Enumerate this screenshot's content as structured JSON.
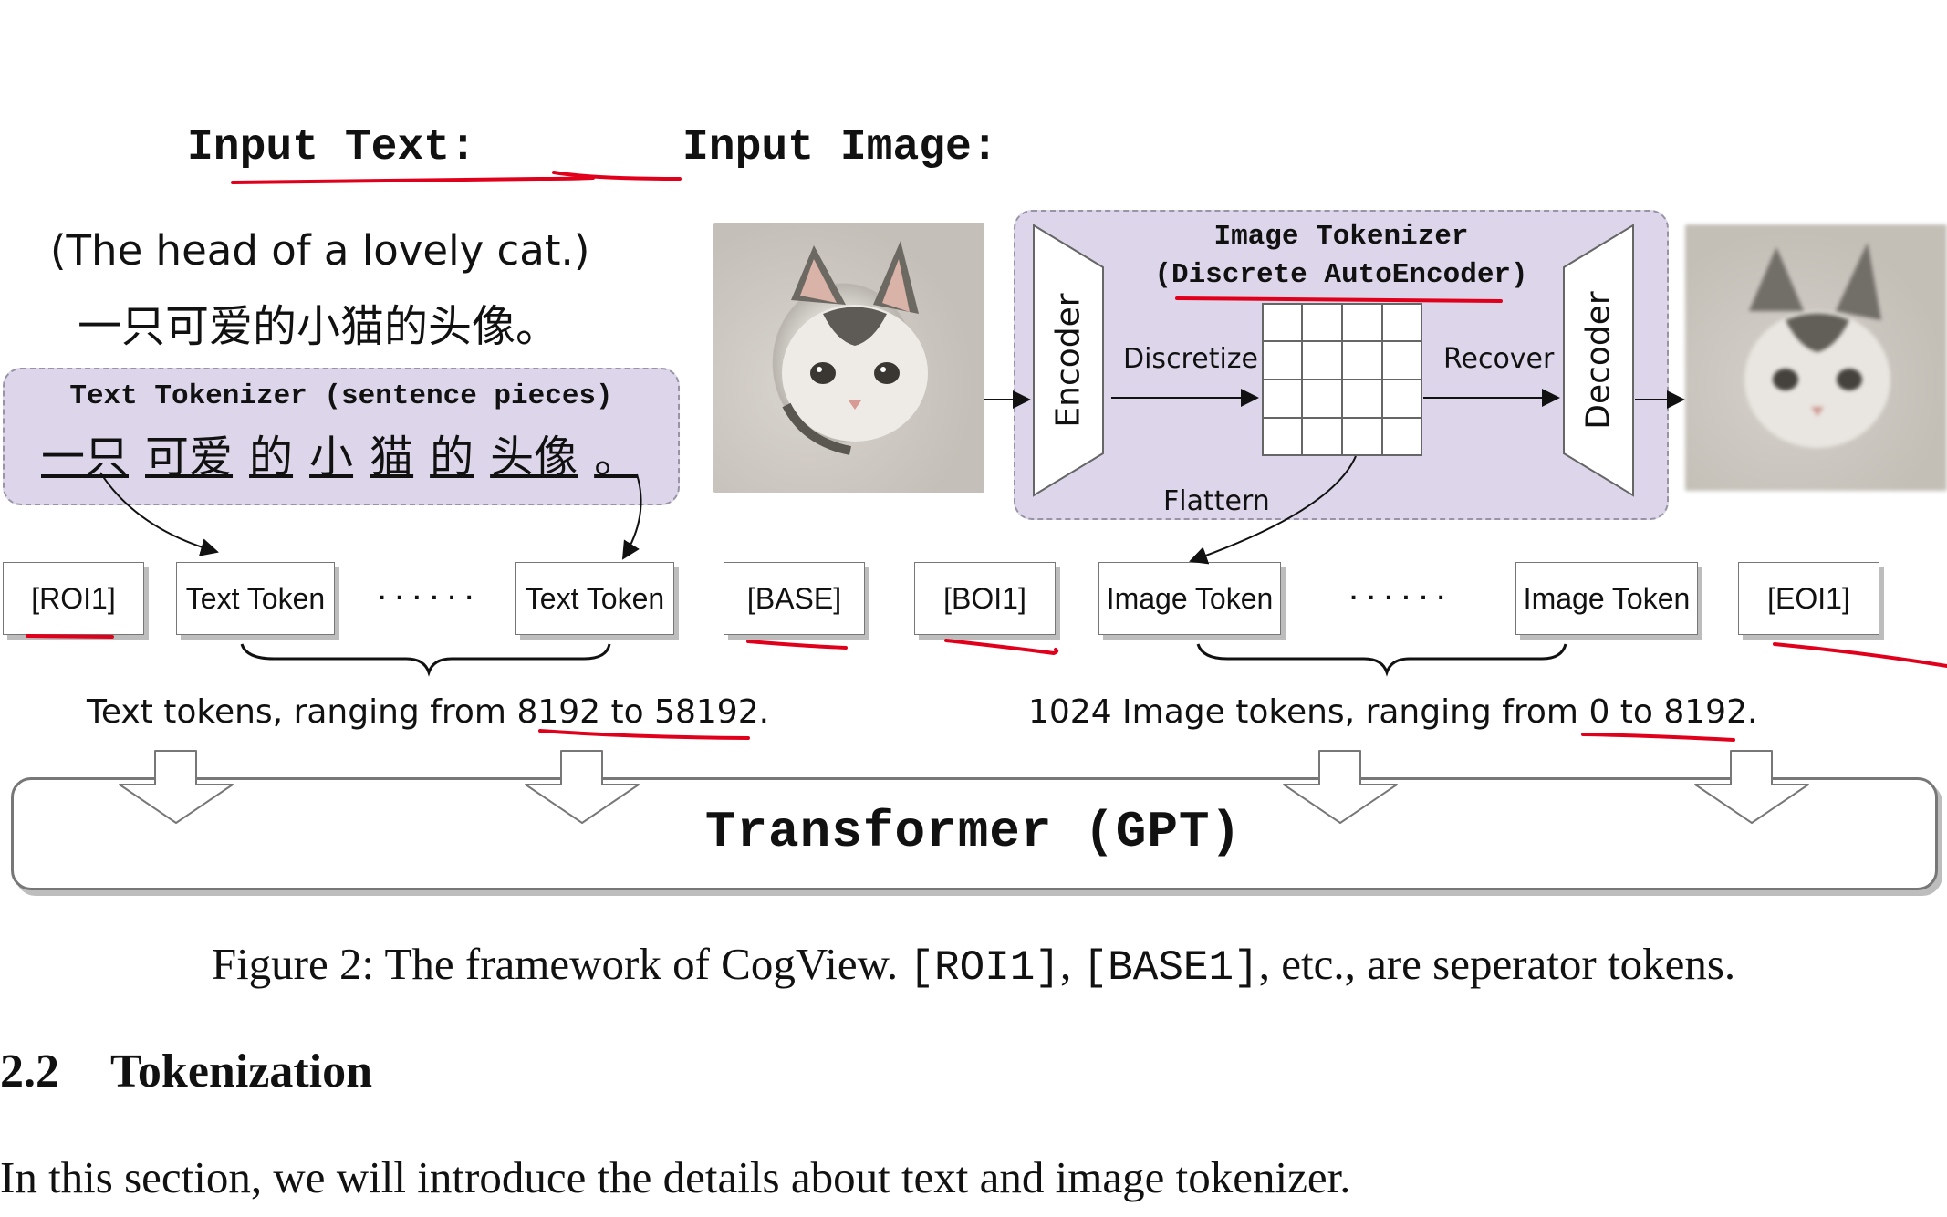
{
  "headers": {
    "input_text": "Input Text:",
    "input_image": "Input Image:"
  },
  "caption_en": "(The head of a lovely cat.)",
  "caption_zh": "一只可爱的小猫的头像。",
  "text_tokenizer": {
    "title": "Text Tokenizer (sentence pieces)",
    "pieces": [
      "一只",
      "可爱",
      "的",
      "小",
      "猫",
      "的",
      "头像",
      "。"
    ]
  },
  "image_tokenizer": {
    "title_line1": "Image Tokenizer",
    "title_line2": "(Discrete AutoEncoder)",
    "encoder": "Encoder",
    "decoder": "Decoder",
    "discretize": "Discretize",
    "recover": "Recover",
    "flattern": "Flattern"
  },
  "tokens": {
    "roi1": "[ROI1]",
    "text_token_a": "Text Token",
    "dots_text": "......",
    "text_token_b": "Text Token",
    "base": "[BASE]",
    "boi1": "[BOI1]",
    "image_token_a": "Image Token",
    "dots_image": "......",
    "image_token_b": "Image Token",
    "eoi1": "[EOI1]"
  },
  "ranges": {
    "text_prefix": "Text tokens, ranging from ",
    "text_range": "8192 to 58192",
    "text_suffix": ".",
    "image_prefix": "1024 Image tokens, ranging from ",
    "image_range": "0 to 8192",
    "image_suffix": "."
  },
  "transformer": "Transformer (GPT)",
  "figure_caption": {
    "prefix": "Figure 2: The framework of CogView. ",
    "code1": "[ROI1]",
    "sep": ", ",
    "code2": "[BASE1]",
    "suffix": ", etc., are seperator tokens."
  },
  "section": {
    "number": "2.2",
    "title": "Tokenization"
  },
  "body_text": "In this section, we will introduce the details about text and image tokenizer.",
  "colors": {
    "annotation_red": "#e0001b",
    "tokenizer_fill": "#ddd6ea",
    "box_border": "#777777"
  },
  "icons": [
    "cat-photo",
    "reconstructed-cat-photo",
    "down-arrow-icon",
    "token-grid"
  ]
}
